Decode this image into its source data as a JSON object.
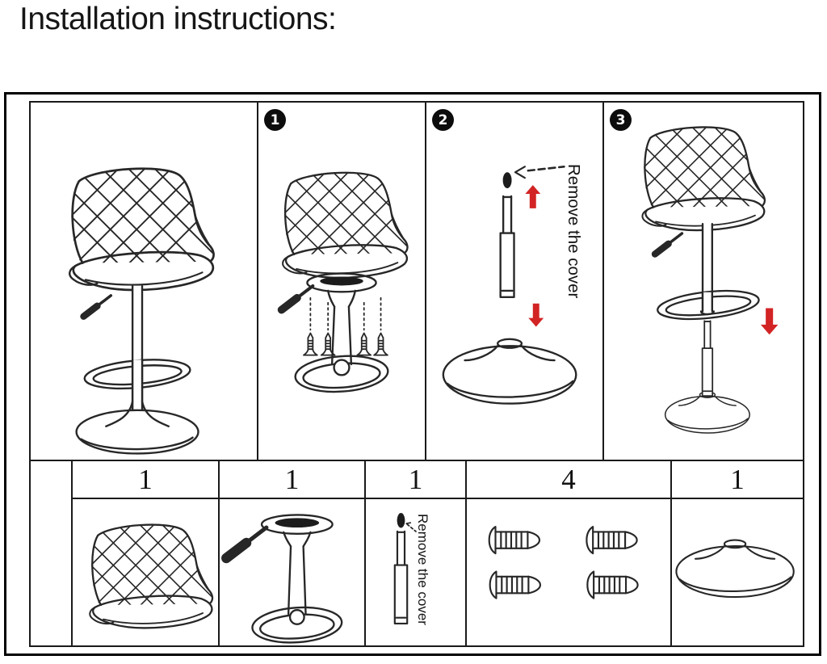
{
  "title": "Installation instructions:",
  "accent_color": "#d22424",
  "line_color": "#272727",
  "steps": [
    {
      "name": "assembled-stool-preview",
      "badge": ""
    },
    {
      "name": "attach-seat-to-pole-frame-with-screws",
      "badge": "1"
    },
    {
      "name": "remove-cover-and-fit-gas-lift-into-base",
      "badge": "2",
      "note": "Remove the cover"
    },
    {
      "name": "press-seat-assembly-onto-gas-lift",
      "badge": "3"
    }
  ],
  "parts_table": {
    "columns": [
      {
        "part": "seat",
        "qty": "1"
      },
      {
        "part": "pole-frame-with-lever",
        "qty": "1"
      },
      {
        "part": "gas-lift-cylinder",
        "qty": "1",
        "note": "Remove the cover"
      },
      {
        "part": "screws",
        "qty": "4"
      },
      {
        "part": "base-cover",
        "qty": "1"
      }
    ]
  }
}
